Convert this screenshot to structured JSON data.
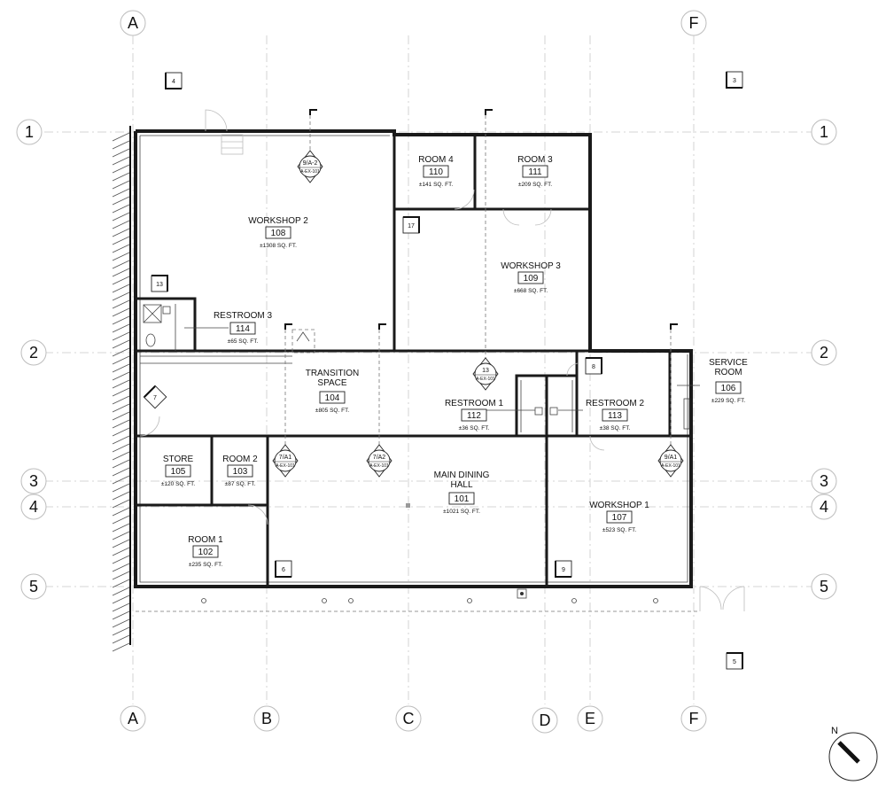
{
  "grid": {
    "columns": [
      "A",
      "B",
      "C",
      "D",
      "E",
      "F"
    ],
    "rows": [
      "1",
      "2",
      "3",
      "4",
      "5"
    ]
  },
  "rooms": [
    {
      "name": "WORKSHOP 2",
      "number": "108",
      "area": "±1308 SQ. FT."
    },
    {
      "name": "ROOM 4",
      "number": "110",
      "area": "±141 SQ. FT."
    },
    {
      "name": "ROOM 3",
      "number": "111",
      "area": "±209 SQ. FT."
    },
    {
      "name": "WORKSHOP 3",
      "number": "109",
      "area": "±668 SQ. FT."
    },
    {
      "name": "RESTROOM 3",
      "number": "114",
      "area": "±65 SQ. FT."
    },
    {
      "name": "TRANSITION SPACE",
      "number": "104",
      "area": "±805 SQ. FT."
    },
    {
      "name": "RESTROOM 1",
      "number": "112",
      "area": "±36 SQ. FT."
    },
    {
      "name": "RESTROOM 2",
      "number": "113",
      "area": "±38 SQ. FT."
    },
    {
      "name": "SERVICE ROOM",
      "number": "106",
      "area": "±229 SQ. FT."
    },
    {
      "name": "STORE",
      "number": "105",
      "area": "±120 SQ. FT."
    },
    {
      "name": "ROOM 2",
      "number": "103",
      "area": "±87 SQ. FT."
    },
    {
      "name": "MAIN DINING HALL",
      "number": "101",
      "area": "±1021 SQ. FT."
    },
    {
      "name": "WORKSHOP 1",
      "number": "107",
      "area": "±523 SQ. FT."
    },
    {
      "name": "ROOM 1",
      "number": "102",
      "area": "±235 SQ. FT."
    }
  ],
  "sections": [
    {
      "num": "9/A-2",
      "sheet": "A-EX-101"
    },
    {
      "num": "13",
      "sheet": "A-EX-101"
    },
    {
      "num": "7/A1",
      "sheet": "A-EX-101"
    },
    {
      "num": "7/A2",
      "sheet": "A-EX-101"
    },
    {
      "num": "9/A1",
      "sheet": "A-EX-101"
    }
  ],
  "elevation_tags": [
    "4",
    "3",
    "5",
    "17",
    "13",
    "7",
    "8",
    "6",
    "9"
  ],
  "north_label": "N"
}
